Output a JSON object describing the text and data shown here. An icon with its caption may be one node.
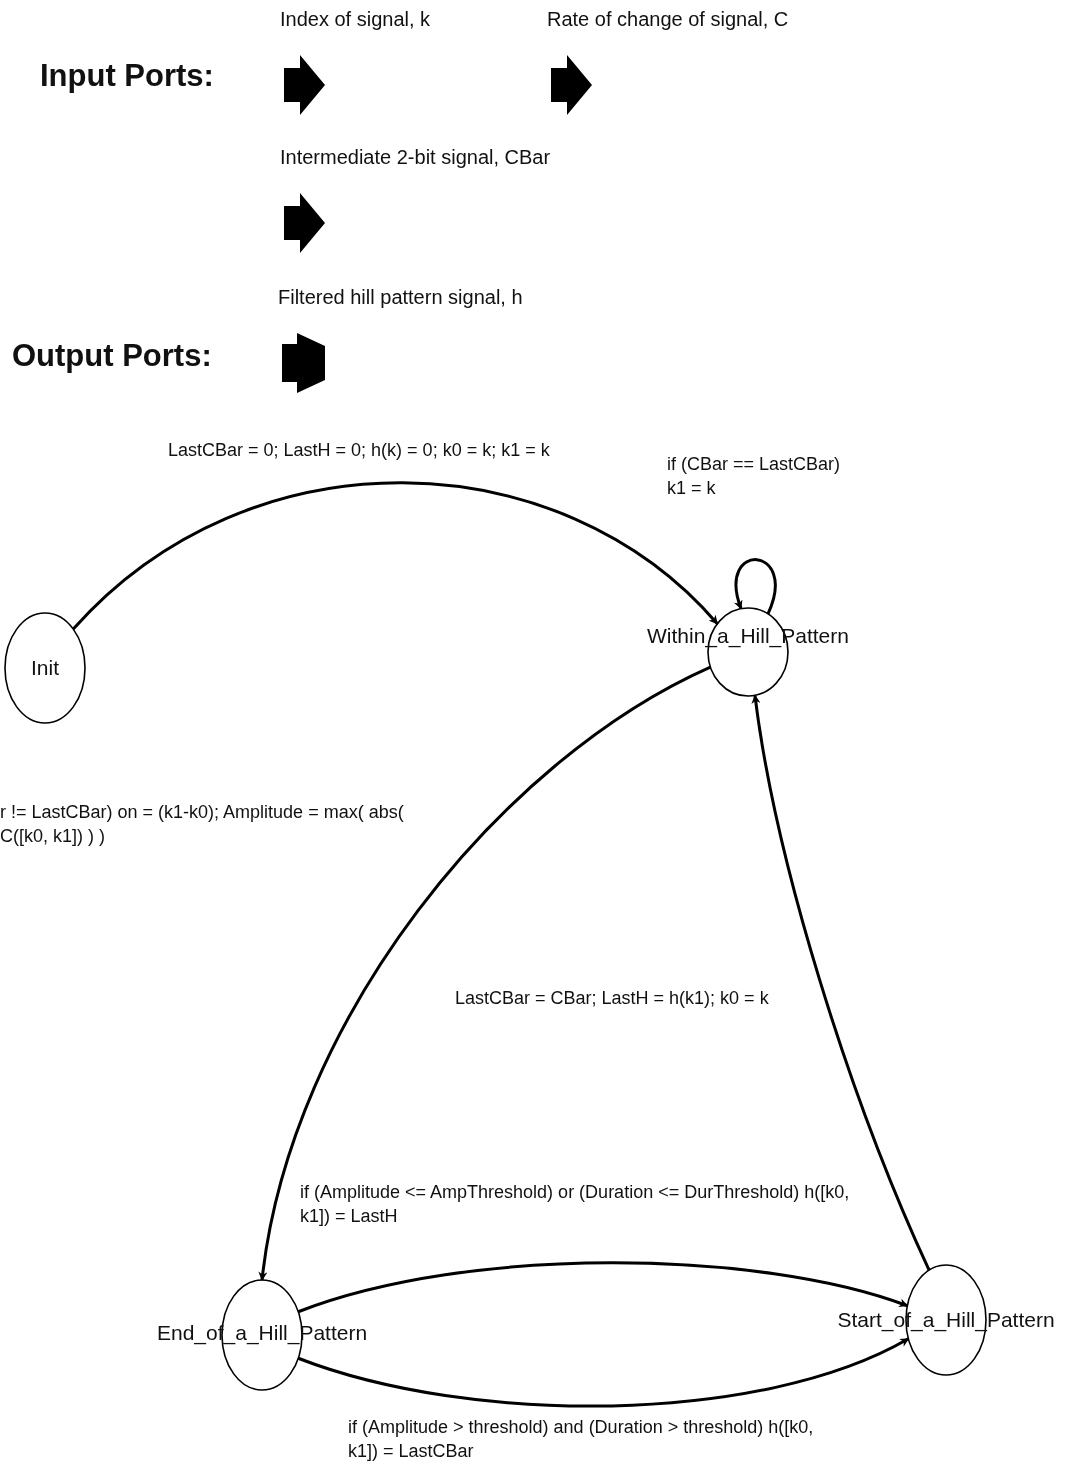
{
  "diagram": {
    "nodes": [
      {
        "text": [
          "Index of signal, k"
        ]
      },
      {
        "text": [
          "Rate of change of signal, C"
        ]
      },
      {
        "text": [
          "Intermediate 2-bit signal, CBar"
        ]
      },
      {
        "text": [
          "Filtered hill pattern signal, h"
        ]
      },
      {
        "text": [
          "Init"
        ]
      },
      {
        "text": [
          "Within_a_Hill_Pattern"
        ]
      },
      {
        "text": [
          "End_of_a_Hill_Pattern"
        ]
      },
      {
        "text": [
          "Start_of_a_Hill_Pattern"
        ]
      }
    ],
    "edges": [
      {
        "from": 4,
        "to": 5,
        "arrow": "to",
        "label": "LastCBar = 0; LastH = 0; h(k) = 0; k0 = k; k1 = k"
      },
      {
        "from": 5,
        "to": 5,
        "arrow": "to",
        "label": "if (CBar == LastCBar) k1 = k"
      },
      {
        "from": 5,
        "to": 6,
        "arrow": "to",
        "label": "r != LastCBar) on = (k1-k0); Amplitude = max( abs( C([k0, k1]) ) )"
      },
      {
        "from": 6,
        "to": 7,
        "arrow": "to",
        "label": "if (Amplitude <= AmpThreshold) or (Duration <= DurThreshold) h([k0, k1]) = LastH"
      },
      {
        "from": 6,
        "to": 7,
        "arrow": "to",
        "label": "if (Amplitude > threshold) and (Duration > threshold) h([k0, k1]) = LastCBar"
      },
      {
        "from": 7,
        "to": 5,
        "arrow": "to",
        "label": "LastCBar = CBar; LastH = h(k1); k0 = k"
      }
    ],
    "labels": [
      "Input Ports:",
      "Output Ports:"
    ]
  }
}
